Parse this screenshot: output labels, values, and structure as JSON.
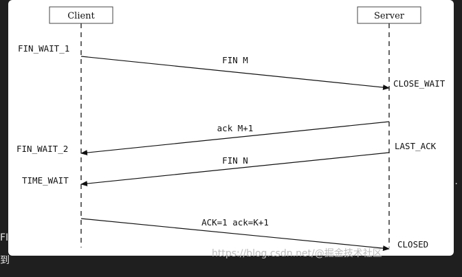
{
  "diagram": {
    "participants": {
      "client": "Client",
      "server": "Server"
    },
    "states": {
      "fin_wait_1": "FIN_WAIT_1",
      "close_wait": "CLOSE_WAIT",
      "fin_wait_2": "FIN_WAIT_2",
      "last_ack": "LAST_ACK",
      "time_wait": "TIME_WAIT",
      "closed": "CLOSED"
    },
    "messages": {
      "fin_m": "FIN M",
      "ack_m1": "ack M+1",
      "fin_n": "FIN N",
      "ack_final": "ACK=1 ack=K+1"
    },
    "watermark": "https://blog.csdn.net/@掘金技术社区"
  },
  "background": {
    "fragment_1": "FIN",
    "fragment_2": "到",
    "fragment_3": "…"
  }
}
